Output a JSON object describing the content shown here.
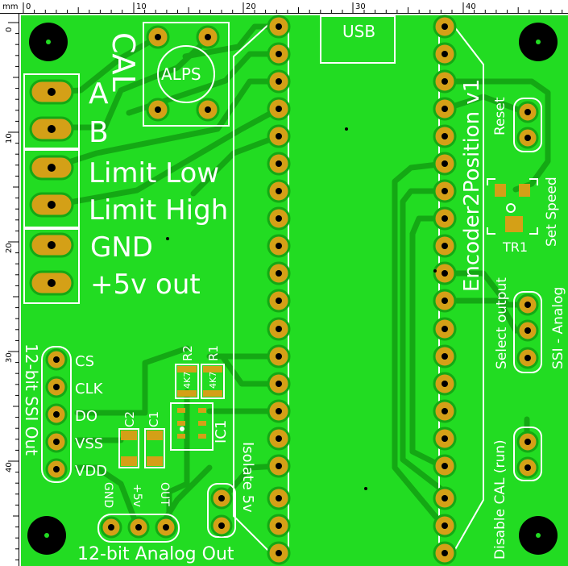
{
  "ruler": {
    "unit": "mm",
    "top_ticks": [
      "0",
      "10",
      "20",
      "30",
      "40"
    ],
    "left_ticks": [
      "0",
      "10",
      "20",
      "30",
      "40"
    ]
  },
  "colors": {
    "board": "#22dc22",
    "trace": "#14a814",
    "pad": "#d4a017",
    "silk": "#ffffff",
    "hole": "#000000"
  },
  "labels": {
    "cal": "CAL",
    "alps": "ALPS",
    "usb": "USB",
    "a": "A",
    "b": "B",
    "limit_low": "Limit Low",
    "limit_high": "Limit High",
    "gnd": "GND",
    "plus5v_out": "+5v out",
    "encoder": "Encoder2Position v1",
    "reset": "Reset",
    "set_speed": "Set Speed",
    "tr1": "TR1",
    "select_output": "Select output",
    "ssi_analog": "SSI - Analog",
    "disable_cal": "Disable CAL (run)",
    "isolate": "Isolate 5v",
    "ssi_title": "12-bit SSI Out",
    "cs": "CS",
    "clk": "CLK",
    "do": "DO",
    "vss": "VSS",
    "vdd": "VDD",
    "r2": "R2",
    "r1": "R1",
    "r2_val": "4K7",
    "r1_val": "4K7",
    "c2": "C2",
    "c1": "C1",
    "ic1": "IC1",
    "analog_gnd": "GND",
    "analog_5v": "+5v",
    "analog_out": "OUT",
    "analog_title": "12-bit Analog Out"
  }
}
